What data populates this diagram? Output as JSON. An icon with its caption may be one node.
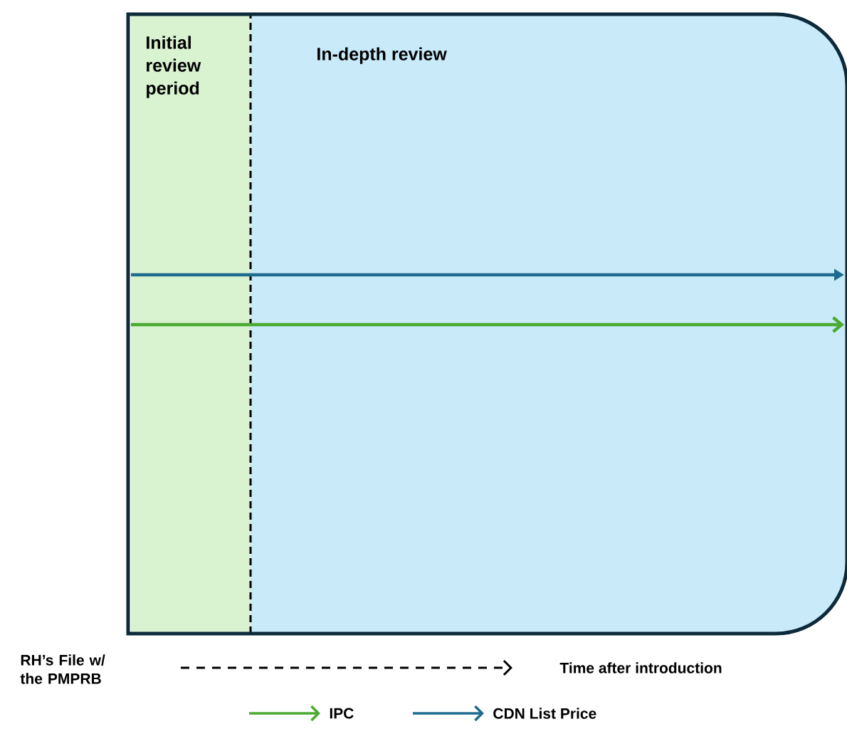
{
  "diagram": {
    "nodes": [
      {
        "text": [
          "Initial review period"
        ]
      },
      {
        "text": [
          "In-depth review"
        ]
      }
    ],
    "edges": [
      {
        "from": 0,
        "to": 1,
        "arrow": "to",
        "color": "#1f6b8f"
      },
      {
        "from": 0,
        "to": 1,
        "arrow": "to",
        "color": "#4aaa32"
      }
    ],
    "labels": [
      "RH’s File w/ the PMPRB",
      "Time after introduction"
    ],
    "legend": [
      {
        "text": "IPC"
      },
      {
        "text": "CDN List Price"
      }
    ]
  }
}
